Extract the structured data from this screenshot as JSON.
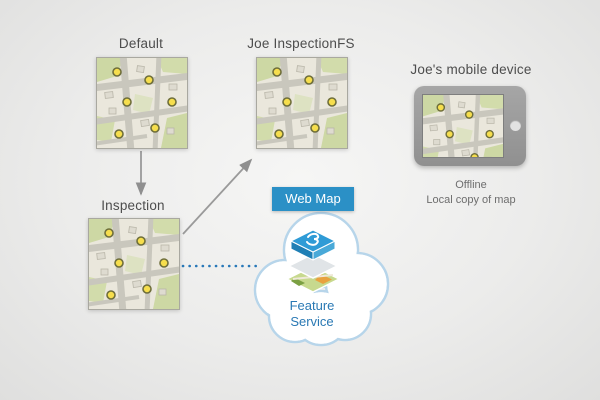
{
  "nodes": {
    "default": {
      "label": "Default"
    },
    "joe_inspectionfs": {
      "label": "Joe InspectionFS"
    },
    "inspection": {
      "label": "Inspection"
    },
    "device": {
      "label": "Joe's mobile device",
      "status_line1": "Offline",
      "status_line2": "Local copy of map"
    },
    "cloud": {
      "banner": "Web Map",
      "service_line1": "Feature",
      "service_line2": "Service"
    }
  },
  "colors": {
    "banner_blue": "#2b90c6",
    "feature_text_blue": "#2a79b4",
    "dotted_link_blue": "#2878b8",
    "point_yellow": "#f6de4d",
    "arrow_gray": "#8f8f8f"
  }
}
